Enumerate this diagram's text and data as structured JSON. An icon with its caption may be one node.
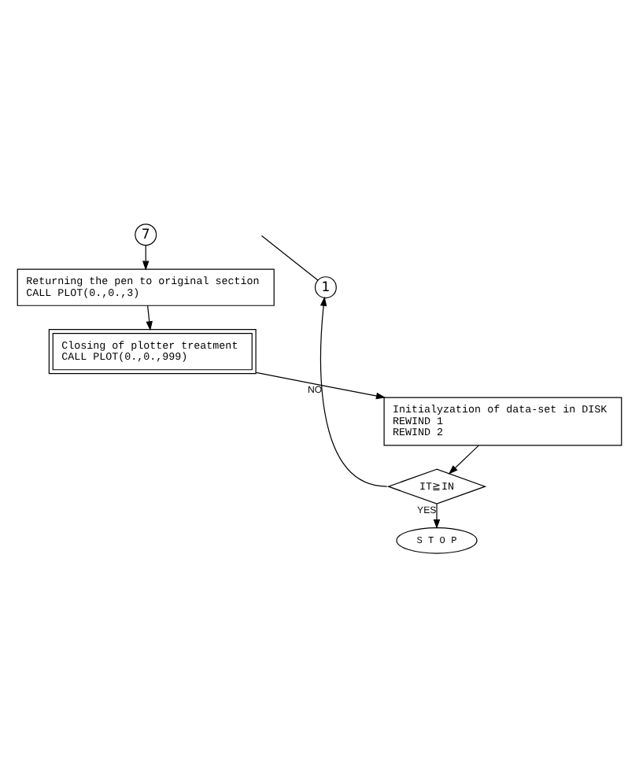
{
  "diagram": {
    "nodes": [
      {
        "text": [
          "7"
        ]
      },
      {
        "text": [
          "Returning the pen to original section",
          "CALL PLOT(0.,0.,3)"
        ]
      },
      {
        "text": [
          "Closing of plotter treatment",
          "CALL PLOT(0.,0.,999)"
        ]
      },
      {
        "text": [
          "Initialyzation of data-set in DISK",
          "REWIND 1",
          "REWIND 2"
        ]
      },
      {
        "text": [
          "IT≧IN"
        ]
      },
      {
        "text": [
          "S T O P"
        ]
      },
      {
        "text": [
          "1"
        ]
      }
    ],
    "edges": [
      {
        "from": 0,
        "to": 1,
        "arrow": "to"
      },
      {
        "from": 1,
        "to": 2,
        "arrow": "to"
      },
      {
        "from": 2,
        "to": 3,
        "arrow": "to"
      },
      {
        "from": 3,
        "to": 4,
        "arrow": "to"
      },
      {
        "from": 4,
        "to": 5,
        "arrow": "to",
        "label": "YES"
      },
      {
        "from": 4,
        "to": 6,
        "arrow": "to",
        "label": "NO"
      },
      {
        "from": 6,
        "to": null,
        "arrow": "none"
      }
    ]
  }
}
